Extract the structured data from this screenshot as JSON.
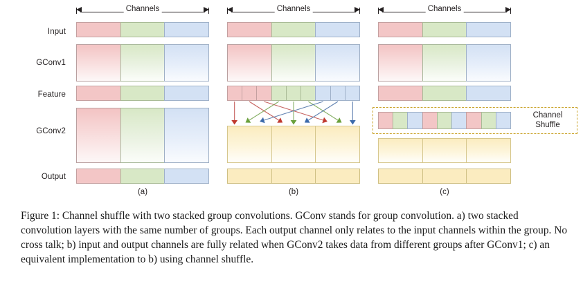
{
  "figure": {
    "row_labels": [
      "Input",
      "GConv1",
      "Feature",
      "GConv2",
      "Output"
    ],
    "channels_axis_label": "Channels",
    "panels": [
      {
        "tag": "(a)"
      },
      {
        "tag": "(b)"
      },
      {
        "tag": "(c)"
      }
    ],
    "shuffle_label_line1": "Channel",
    "shuffle_label_line2": "Shuffle",
    "colors": {
      "red": "#f3c6c6",
      "green": "#d8e8c6",
      "blue": "#d3e1f4",
      "yellow": "#fbecc0",
      "shuffle_border": "#c9a227",
      "axis": "#231f20",
      "text": "#231f20"
    },
    "groups": 3,
    "channels_per_group": 3,
    "panel_a": {
      "input_groups": [
        "red",
        "green",
        "blue"
      ],
      "gconv1_groups": [
        "red",
        "green",
        "blue"
      ],
      "feature_groups": [
        "red",
        "green",
        "blue"
      ],
      "gconv2_groups": [
        "red",
        "green",
        "blue"
      ],
      "output_groups": [
        "red",
        "green",
        "blue"
      ]
    },
    "panel_b": {
      "input_groups": [
        "red",
        "green",
        "blue"
      ],
      "gconv1_groups": [
        "red",
        "green",
        "blue"
      ],
      "feature_cells": [
        "red",
        "red",
        "red",
        "green",
        "green",
        "green",
        "blue",
        "blue",
        "blue"
      ],
      "gconv2_groups": [
        "yellow",
        "yellow",
        "yellow"
      ],
      "output_groups": [
        "yellow",
        "yellow",
        "yellow"
      ],
      "arrow_targets": [
        "red",
        "green",
        "blue",
        "red",
        "green",
        "blue",
        "red",
        "green",
        "blue"
      ],
      "arrow_mapping": [
        0,
        3,
        6,
        1,
        4,
        7,
        2,
        5,
        8
      ]
    },
    "panel_c": {
      "input_groups": [
        "red",
        "green",
        "blue"
      ],
      "gconv1_groups": [
        "red",
        "green",
        "blue"
      ],
      "feature_groups": [
        "red",
        "green",
        "blue"
      ],
      "shuffle_cells": [
        "red",
        "green",
        "blue",
        "red",
        "green",
        "blue",
        "red",
        "green",
        "blue"
      ],
      "gconv2_groups": [
        "yellow",
        "yellow",
        "yellow"
      ],
      "output_groups": [
        "yellow",
        "yellow",
        "yellow"
      ]
    }
  },
  "caption": {
    "text": "Figure 1: Channel shuffle with two stacked group convolutions. GConv stands for group convolution. a) two stacked convolution layers with the same number of groups. Each output channel only relates to the input channels within the group. No cross talk; b) input and output channels are fully related when GConv2 takes data from different groups after GConv1; c) an equivalent implementation to b) using channel shuffle."
  }
}
